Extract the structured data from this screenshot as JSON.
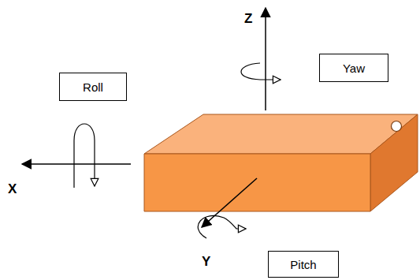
{
  "diagram": {
    "nodes": [
      {
        "text": [
          "Yaw"
        ]
      },
      {
        "text": [
          "Roll"
        ]
      },
      {
        "text": [
          "Pitch"
        ]
      }
    ],
    "labels": [
      "Z",
      "X",
      "Y"
    ]
  }
}
